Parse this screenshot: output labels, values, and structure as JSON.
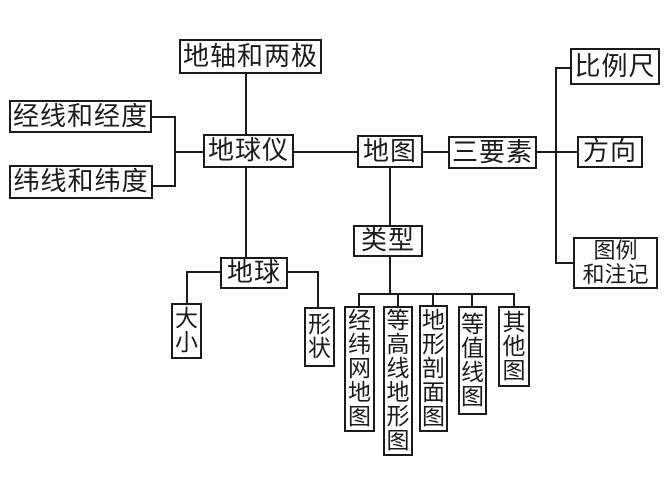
{
  "diagram": {
    "type": "concept-map",
    "language": "zh",
    "colors": {
      "background": "#ffffff",
      "line": "#1b1b1b",
      "text": "#1b1b1b"
    },
    "nodes": {
      "axis_poles": {
        "label": "地轴和两极"
      },
      "meridians": {
        "label": "经线和经度"
      },
      "parallels": {
        "label": "纬线和纬度"
      },
      "globe": {
        "label": "地球仪"
      },
      "map": {
        "label": "地图"
      },
      "three_elements": {
        "label": "三要素"
      },
      "scale": {
        "label": "比例尺"
      },
      "direction": {
        "label": "方向"
      },
      "legend": {
        "label": "图例\n和注记"
      },
      "earth": {
        "label": "地球"
      },
      "size": {
        "label": "大小"
      },
      "shape": {
        "label": "形状"
      },
      "type": {
        "label": "类型"
      },
      "grid_map": {
        "label": "经纬网地图"
      },
      "contour_map": {
        "label": "等高线地形图"
      },
      "profile_map": {
        "label": "地形剖面图"
      },
      "isoline_map": {
        "label": "等值线图"
      },
      "other_map": {
        "label": "其他图"
      }
    },
    "edges": [
      {
        "from": "地球仪",
        "to": "地轴和两极"
      },
      {
        "from": "地球仪",
        "to": "经线和经度"
      },
      {
        "from": "地球仪",
        "to": "纬线和纬度"
      },
      {
        "from": "地球仪",
        "to": "地图"
      },
      {
        "from": "地球仪",
        "to": "地球"
      },
      {
        "from": "地图",
        "to": "三要素"
      },
      {
        "from": "地图",
        "to": "类型"
      },
      {
        "from": "三要素",
        "to": "比例尺"
      },
      {
        "from": "三要素",
        "to": "方向"
      },
      {
        "from": "三要素",
        "to": "图例和注记"
      },
      {
        "from": "地球",
        "to": "大小"
      },
      {
        "from": "地球",
        "to": "形状"
      },
      {
        "from": "类型",
        "to": "经纬网地图"
      },
      {
        "from": "类型",
        "to": "等高线地形图"
      },
      {
        "from": "类型",
        "to": "地形剖面图"
      },
      {
        "from": "类型",
        "to": "等值线图"
      },
      {
        "from": "类型",
        "to": "其他图"
      }
    ]
  }
}
